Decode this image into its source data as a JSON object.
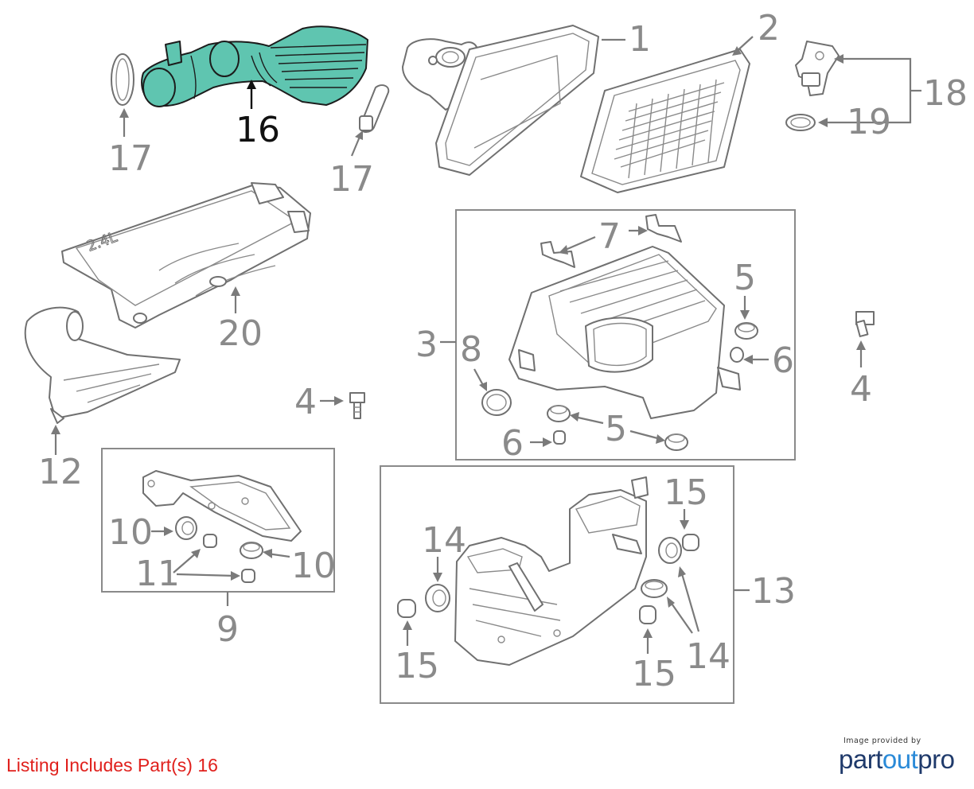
{
  "labels": {
    "p1": "1",
    "p2": "2",
    "p3": "3",
    "p4a": "4",
    "p4b": "4",
    "p5a": "5",
    "p5b": "5",
    "p6a": "6",
    "p6b": "6",
    "p7": "7",
    "p8": "8",
    "p9": "9",
    "p10a": "10",
    "p10b": "10",
    "p11": "11",
    "p12": "12",
    "p13": "13",
    "p14a": "14",
    "p14b": "14",
    "p15a": "15",
    "p15b": "15",
    "p15c": "15",
    "p16": "16",
    "p17a": "17",
    "p17b": "17",
    "p18": "18",
    "p19": "19",
    "p20": "20"
  },
  "engine_badge": "2.4L",
  "listing_text": "Listing Includes Part(s) 16",
  "provider": {
    "caption": "Image provided by",
    "logo_main": "part",
    "logo_accent": "out",
    "logo_end": "pro"
  },
  "colors": {
    "highlight_fill": "#5fc5b0",
    "label_gray": "#8a8a8a",
    "listing_red": "#e0201c",
    "logo_navy": "#1f3a6b",
    "logo_blue": "#2a8ad8"
  }
}
